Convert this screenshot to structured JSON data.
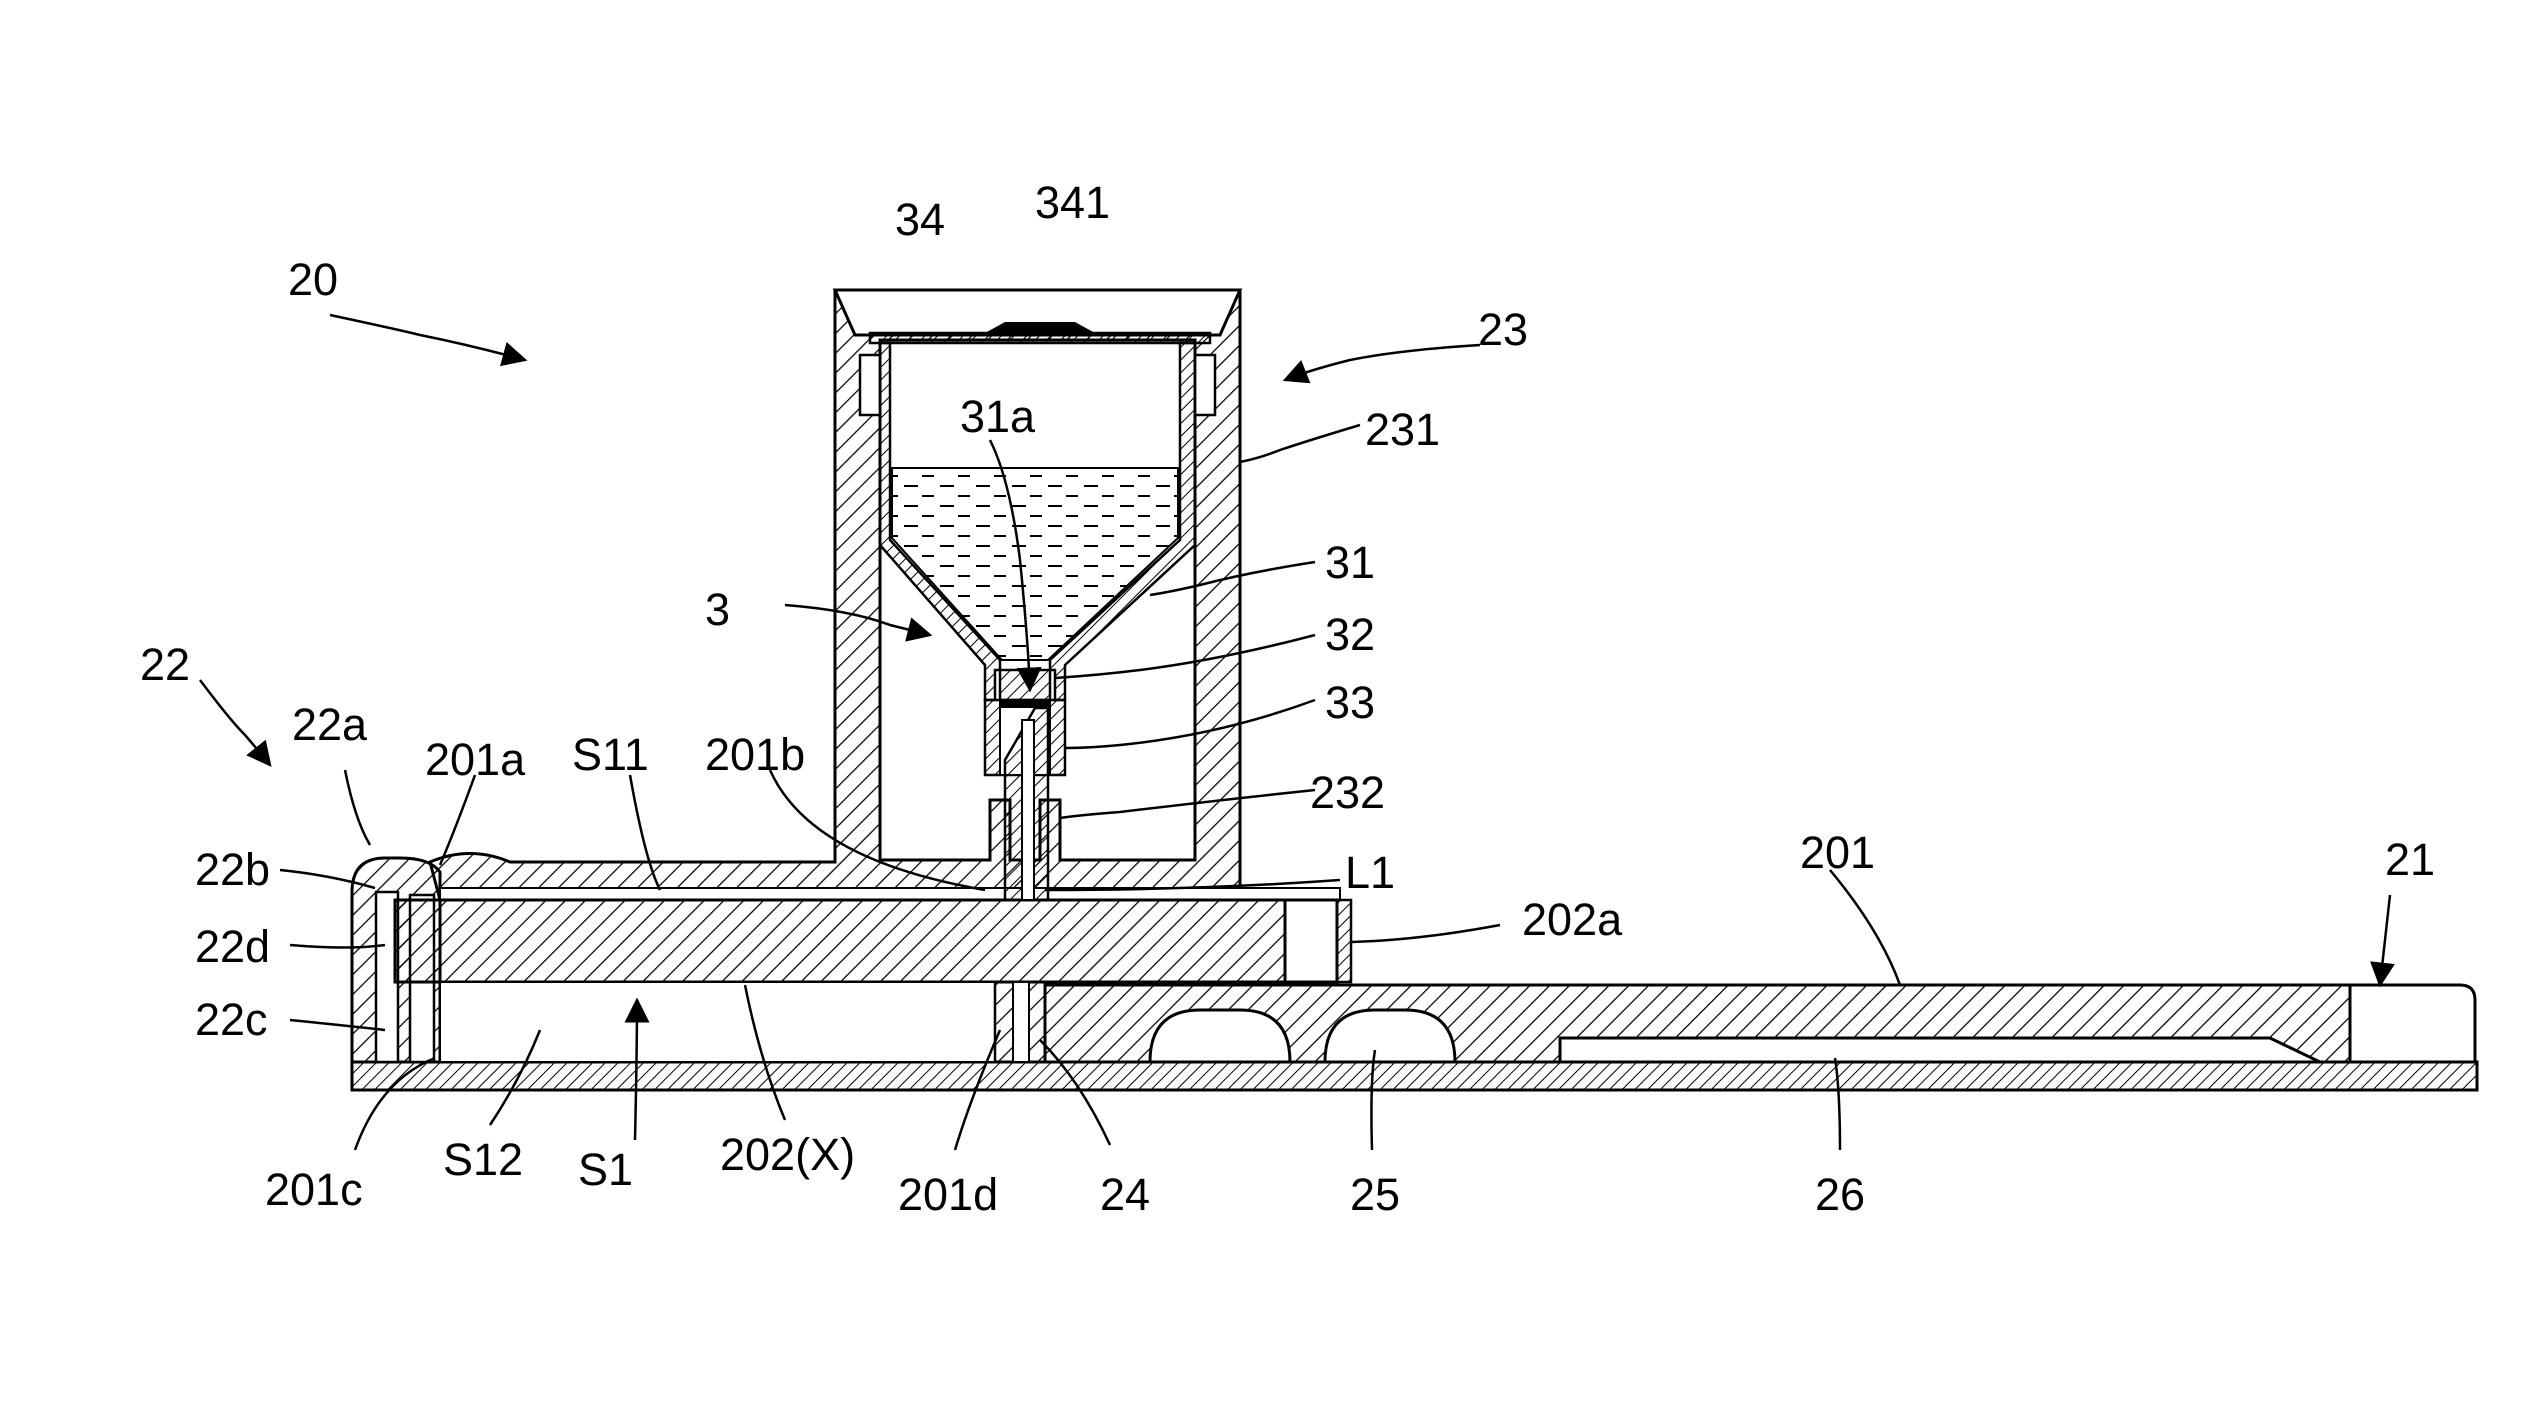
{
  "labels": {
    "l20": "20",
    "l34": "34",
    "l341": "341",
    "l23": "23",
    "l231": "231",
    "l31a": "31a",
    "l31": "31",
    "l3": "3",
    "l32": "32",
    "l33": "33",
    "l232": "232",
    "l22": "22",
    "l22a": "22a",
    "l201a": "201a",
    "lS11": "S11",
    "l201b": "201b",
    "l201": "201",
    "l21": "21",
    "l22b": "22b",
    "lL1": "L1",
    "l22d": "22d",
    "l202a": "202a",
    "l22c": "22c",
    "l201c": "201c",
    "lS12": "S12",
    "lS1": "S1",
    "l202X": "202(X)",
    "l201d": "201d",
    "l24": "24",
    "l25": "25",
    "l26": "26"
  }
}
